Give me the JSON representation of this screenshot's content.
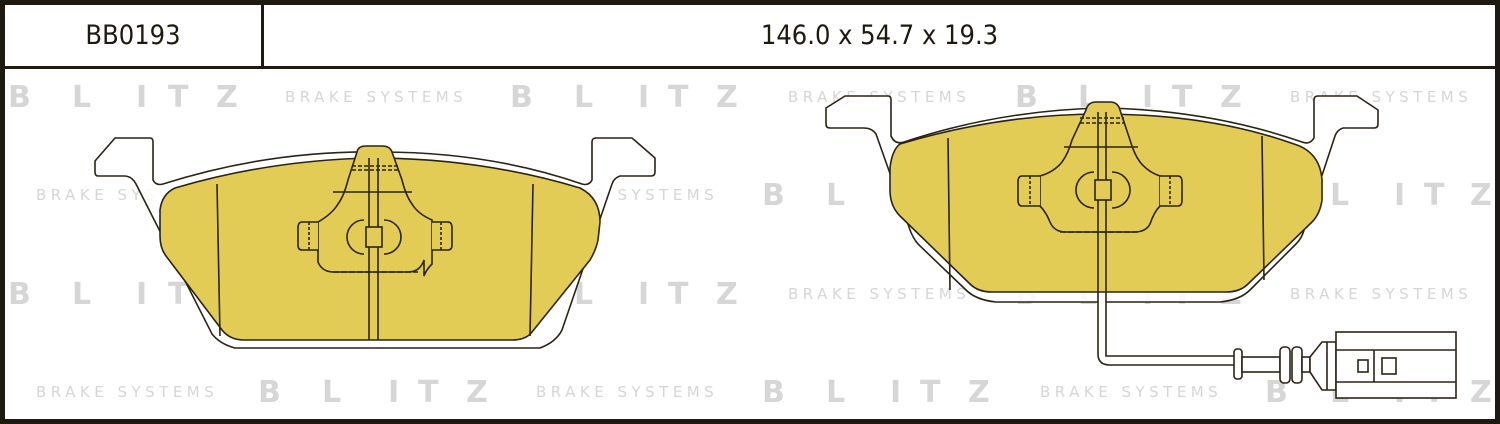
{
  "header": {
    "part_number": "BB0193",
    "dimensions": "146.0 x 54.7 x 19.3"
  },
  "watermark": {
    "brand": "B L I T Z",
    "tagline": "BRAKE SYSTEMS",
    "color": "#d4d4d4"
  },
  "drawings": [
    {
      "name": "brake-pad-left",
      "has_wear_sensor": false
    },
    {
      "name": "brake-pad-right",
      "has_wear_sensor": true
    }
  ],
  "colors": {
    "friction_material": "#e3cc55",
    "outline": "#2a2416",
    "frame": "#1e1a10"
  }
}
